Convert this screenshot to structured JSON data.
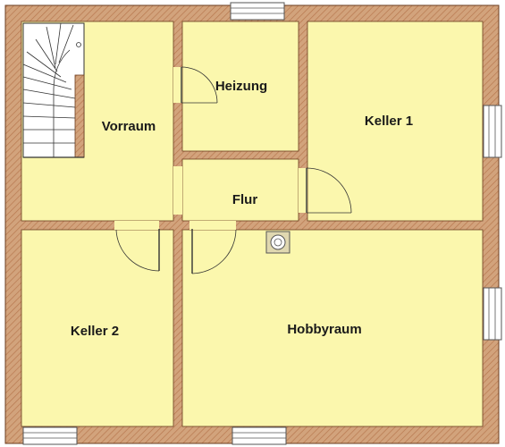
{
  "colors": {
    "wall": "#d2a37c",
    "wall_hatch": "#c0835a",
    "wall_line": "#6b3c1f",
    "floor": "#fbf7ad",
    "door_line": "#333333",
    "window_frame": "#ffffff",
    "stair_bg": "#ffffff"
  },
  "rooms": [
    {
      "id": "vorraum",
      "label": "Vorraum"
    },
    {
      "id": "heizung",
      "label": "Heizung"
    },
    {
      "id": "keller1",
      "label": "Keller 1"
    },
    {
      "id": "flur",
      "label": "Flur"
    },
    {
      "id": "keller2",
      "label": "Keller 2"
    },
    {
      "id": "hobbyraum",
      "label": "Hobbyraum"
    }
  ]
}
